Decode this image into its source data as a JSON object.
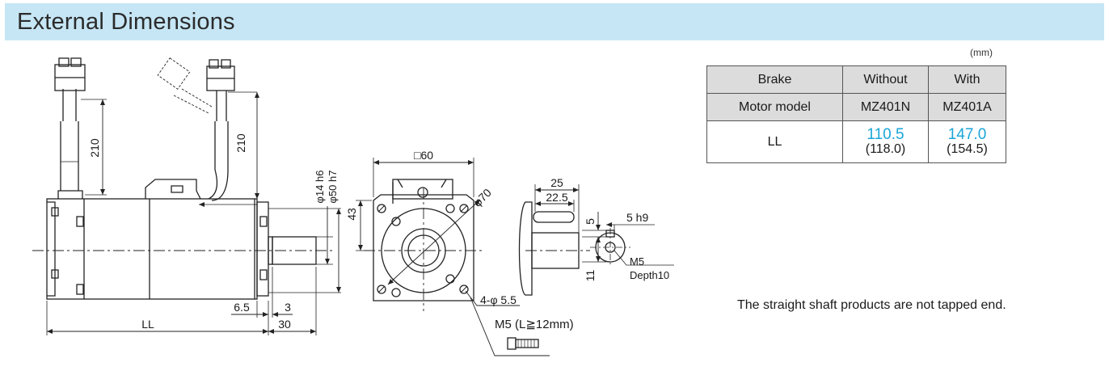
{
  "header": {
    "title": "External Dimensions"
  },
  "table": {
    "unit": "(mm)",
    "rows": [
      {
        "label": "Brake",
        "without": "Without",
        "with": "With"
      },
      {
        "label": "Motor model",
        "without": "MZ401N",
        "with": "MZ401A"
      }
    ],
    "ll": {
      "label": "LL",
      "without_main": "110.5",
      "without_sub": "(118.0)",
      "with_main": "147.0",
      "with_sub": "(154.5)"
    }
  },
  "note": "The straight shaft products are not tapped end.",
  "dims": {
    "cable1": "210",
    "cable2": "210",
    "shaft_dia": "φ14 h6",
    "pilot_dia": "φ50 h7",
    "ll": "LL",
    "d65": "6.5",
    "d3": "3",
    "d30": "30",
    "square": "□60",
    "d43": "43",
    "pcd": "φ70",
    "holes": "4-φ 5.5",
    "bolt": "M5 (L≧12mm)",
    "key_len": "25",
    "key_len2": "22.5",
    "d5": "5",
    "key_width": "5 h9",
    "d11": "11",
    "tap": "M5",
    "depth": "Depth10"
  },
  "colors": {
    "header_bg": "#c6e6f5",
    "accent_value": "#1aa6d8"
  }
}
